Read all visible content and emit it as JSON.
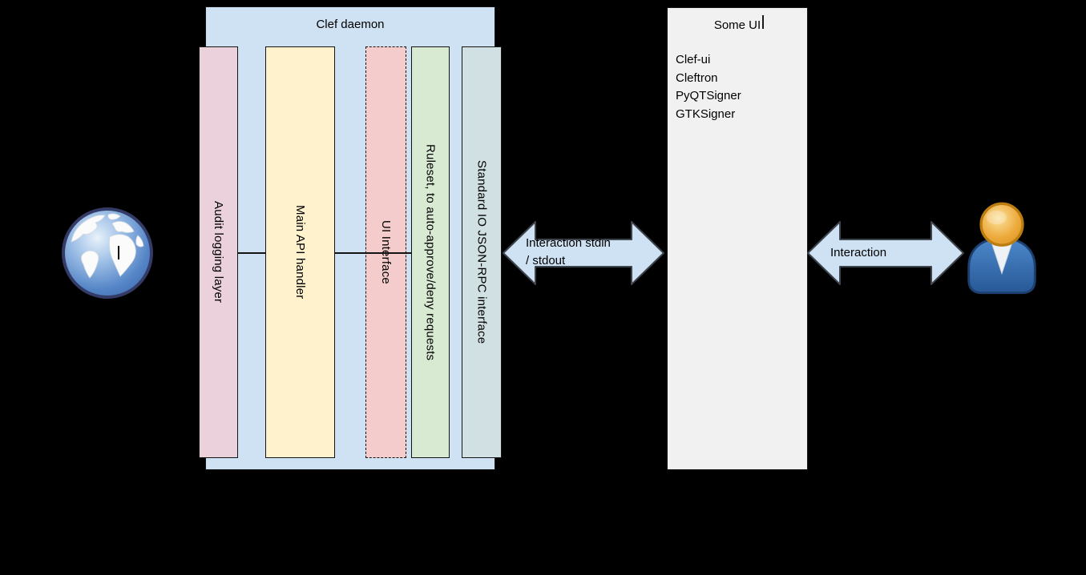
{
  "diagram": {
    "background": "#000000",
    "border_color": "#141414",
    "clef_daemon": {
      "title": "Clef daemon",
      "fill": "#cfe2f3",
      "bars": [
        {
          "label": "Audit logging layer",
          "fill": "#ead1dc",
          "border_style": "solid"
        },
        {
          "label": "Main API handler",
          "fill": "#fff2cc",
          "border_style": "solid"
        },
        {
          "label": "UI Interface",
          "fill": "#f4cccc",
          "border_style": "dashed"
        },
        {
          "label": "Ruleset, to auto-approve/deny requests",
          "fill": "#d9ead3",
          "border_style": "solid"
        },
        {
          "label": "Standard IO JSON-RPC interface",
          "fill": "#d0e0e3",
          "border_style": "solid"
        }
      ]
    },
    "some_ui": {
      "title": "Some UI",
      "fill": "#f1f1f1",
      "items": [
        "Clef-ui",
        "Cleftron",
        "PyQTSigner",
        "GTKSigner"
      ]
    },
    "arrows": {
      "fill": "#cfe2f3",
      "stroke": "#3e444c",
      "left": {
        "label": "Interaction stdin\n/ stdout"
      },
      "right": {
        "label": "Interaction"
      }
    },
    "icons": {
      "left": "globe-icon",
      "right": "user-icon"
    }
  }
}
